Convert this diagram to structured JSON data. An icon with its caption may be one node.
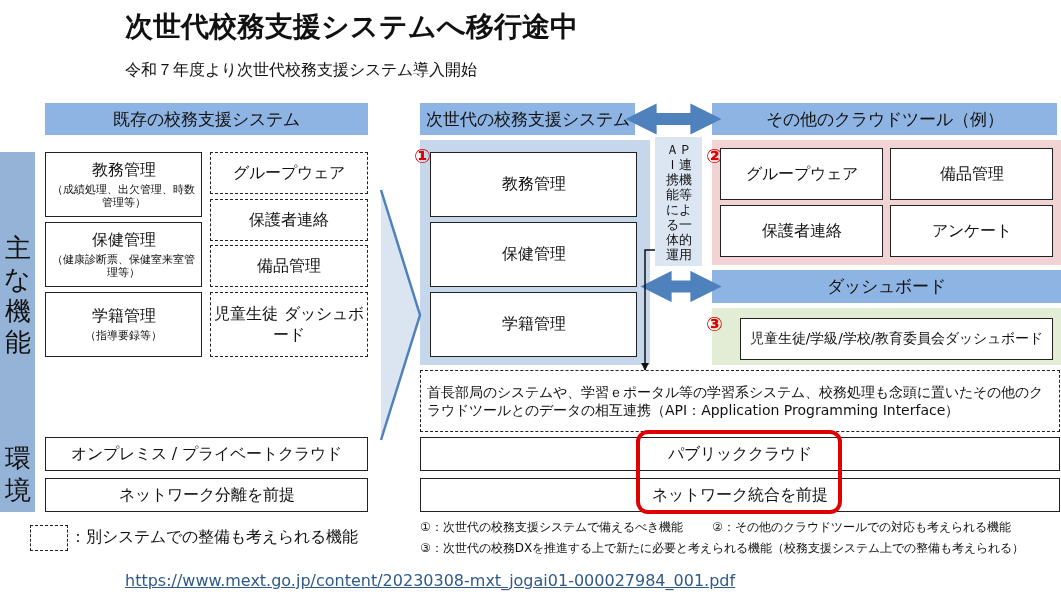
{
  "diagram": {
    "title": "次世代校務支援システムへ移行途中",
    "nodes": [
      {
        "text": [
          "既存の校務支援システム"
        ]
      },
      {
        "text": [
          "主な機能"
        ]
      },
      {
        "text": [
          "教務管理",
          "（成績処理、出欠管理、時数管理等）"
        ]
      },
      {
        "text": [
          "保健管理",
          "（健康診断票、保健室来室管理等）"
        ]
      },
      {
        "text": [
          "学籍管理",
          "（指導要録等）"
        ]
      },
      {
        "text": [
          "グループウェア"
        ]
      },
      {
        "text": [
          "保護者連絡"
        ]
      },
      {
        "text": [
          "備品管理"
        ]
      },
      {
        "text": [
          "児童生徒 ダッシュボード"
        ]
      },
      {
        "text": [
          "環境"
        ]
      },
      {
        "text": [
          "オンプレミス / プライベートクラウド"
        ]
      },
      {
        "text": [
          "ネットワーク分離を前提"
        ]
      },
      {
        "text": [
          "次世代の校務支援システム"
        ]
      },
      {
        "text": [
          "①"
        ]
      },
      {
        "text": [
          "教務管理"
        ],
        "in": 13
      },
      {
        "text": [
          "保健管理"
        ],
        "in": 13
      },
      {
        "text": [
          "学籍管理"
        ],
        "in": 13
      },
      {
        "text": [
          "ＡＰＩ連携機能等による一体的運用"
        ]
      },
      {
        "text": [
          "その他のクラウドツール（例）"
        ]
      },
      {
        "text": [
          "②"
        ]
      },
      {
        "text": [
          "グループウェア"
        ],
        "in": 19
      },
      {
        "text": [
          "備品管理"
        ],
        "in": 19
      },
      {
        "text": [
          "保護者連絡"
        ],
        "in": 19
      },
      {
        "text": [
          "アンケート"
        ],
        "in": 19
      },
      {
        "text": [
          "ダッシュボード"
        ]
      },
      {
        "text": [
          "③"
        ]
      },
      {
        "text": [
          "児童生徒/学級/学校/教育委員会ダッシュボード"
        ],
        "in": 25
      },
      {
        "text": [
          "首長部局のシステムや、学習ｅポータル等の学習系システム、校務処理も念頭に置いたその他のクラウドツールとのデータの相互連携（API：Application Programming Interface）"
        ]
      },
      {
        "text": [
          "パブリッククラウド"
        ]
      },
      {
        "text": [
          "ネットワーク統合を前提"
        ]
      }
    ],
    "edges": [
      {
        "from": 12,
        "to": 18,
        "arrow": "both",
        "style": "thick",
        "color": "#4f81bd"
      },
      {
        "from": 13,
        "to": 24,
        "arrow": "both",
        "style": "thick",
        "color": "#4f81bd"
      },
      {
        "from": 17,
        "to": 27,
        "arrow": "to",
        "color": "#111111"
      },
      {
        "from": null,
        "to": 13,
        "arrow": "to",
        "color": "#4f81bd"
      }
    ],
    "labels": [
      "令和７年度より次世代校務支援システム導入開始",
      "①：次世代の校務支援システムで備えるべき機能",
      "②：その他のクラウドツールでの対応も考えられる機能",
      "③：次世代の校務DXを推進する上で新たに必要と考えられる機能（校務支援システム上での整備も考えられる）",
      "https://www.mext.go.jp/content/20230308-mxt_jogai01-000027984_001.pdf"
    ],
    "legend": [
      {
        "text": "：別システムでの整備も考えられる機能"
      }
    ]
  }
}
